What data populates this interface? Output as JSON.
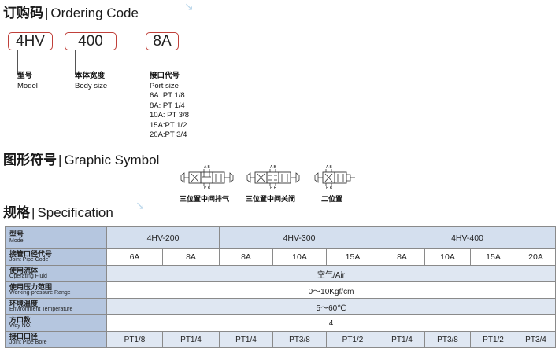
{
  "ordering": {
    "title_cn": "订购码",
    "title_en": "Ordering Code",
    "codes": [
      "4HV",
      "400",
      "8A"
    ],
    "model_cn": "型号",
    "model_en": "Model",
    "body_cn": "本体宽度",
    "body_en": "Body size",
    "port_cn": "接口代号",
    "port_en": "Port size",
    "ports": [
      "6A: PT 1/8",
      "8A: PT 1/4",
      "10A: PT 3/8",
      "15A:PT 1/2",
      "20A:PT 3/4"
    ]
  },
  "graphic": {
    "title_cn": "图形符号",
    "title_en": "Graphic Symbol",
    "symbols": [
      "三位置中间排气",
      "三位置中间关闭",
      "二位置"
    ],
    "port_top": "A B",
    "port_bottom": "P R"
  },
  "spec": {
    "title_cn": "规格",
    "title_en": "Specification",
    "rows": [
      {
        "cn": "型号",
        "en": "Model",
        "cells": [
          "4HV-200",
          "4HV-300",
          "4HV-400"
        ]
      },
      {
        "cn": "接管口径代号",
        "en": "Joint Pipe Code",
        "cells": [
          "6A",
          "8A",
          "8A",
          "10A",
          "15A",
          "8A",
          "10A",
          "15A",
          "20A"
        ]
      },
      {
        "cn": "使用流体",
        "en": "Operating Fluid",
        "cells": [
          "空气/Air"
        ]
      },
      {
        "cn": "使用压力范围",
        "en": "Working-pressure Range",
        "cells": [
          "0～10Kgf/cm"
        ]
      },
      {
        "cn": "环境温度",
        "en": "Environment Temperature",
        "cells": [
          "5～60℃"
        ]
      },
      {
        "cn": "方口数",
        "en": "Way NO.",
        "cells": [
          "4"
        ]
      },
      {
        "cn": "接口口径",
        "en": "Joint Pipe Bore",
        "cells": [
          "PT1/8",
          "PT1/4",
          "PT1/4",
          "PT3/8",
          "PT1/2",
          "PT1/4",
          "PT3/8",
          "PT1/2",
          "PT3/4"
        ]
      }
    ]
  }
}
